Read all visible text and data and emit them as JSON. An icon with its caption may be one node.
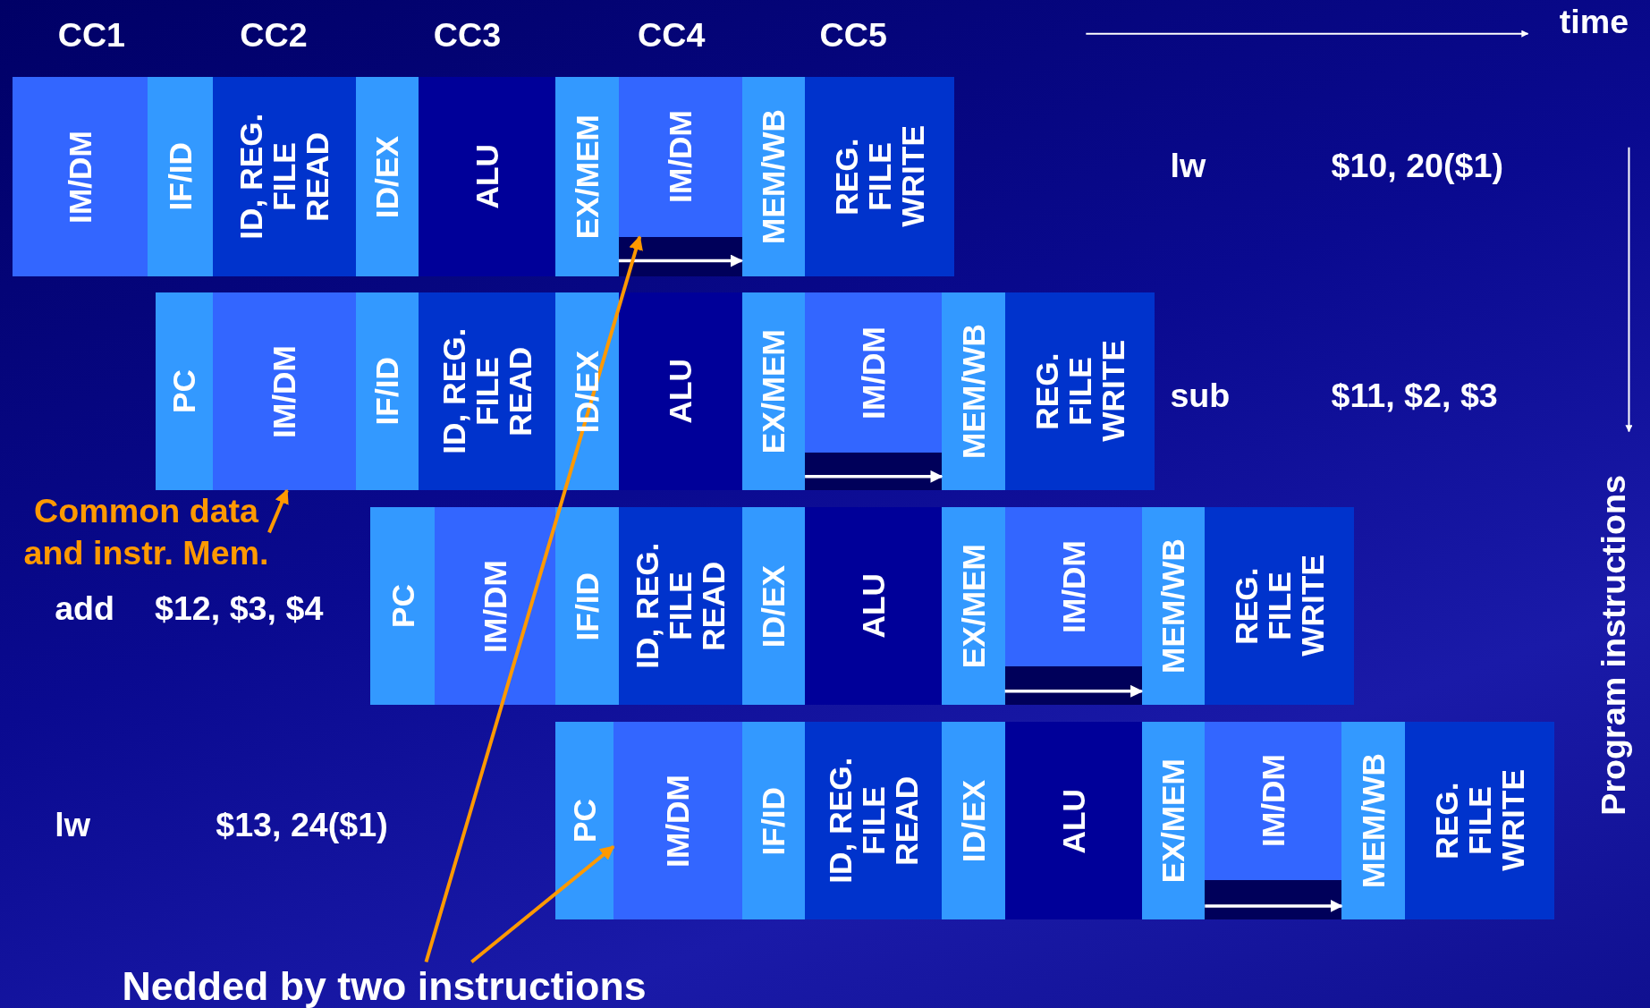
{
  "diagram": {
    "nodes": [
      {
        "text": [
          "IM/DM"
        ]
      },
      {
        "text": [
          "IF/ID"
        ]
      },
      {
        "text": [
          "ID, REG. FILE READ"
        ]
      },
      {
        "text": [
          "ID/EX"
        ]
      },
      {
        "text": [
          "ALU"
        ]
      },
      {
        "text": [
          "EX/MEM"
        ]
      },
      {
        "text": [
          "IM/DM"
        ]
      },
      {
        "text": [
          "MEM/WB"
        ]
      },
      {
        "text": [
          "REG. FILE WRITE"
        ]
      },
      {
        "text": [
          "PC"
        ]
      },
      {
        "text": [
          "IM/DM"
        ]
      },
      {
        "text": [
          "IF/ID"
        ]
      },
      {
        "text": [
          "ID, REG. FILE READ"
        ]
      },
      {
        "text": [
          "ID/EX"
        ]
      },
      {
        "text": [
          "ALU"
        ]
      },
      {
        "text": [
          "EX/MEM"
        ]
      },
      {
        "text": [
          "IM/DM"
        ]
      },
      {
        "text": [
          "MEM/WB"
        ]
      },
      {
        "text": [
          "REG. FILE WRITE"
        ]
      },
      {
        "text": [
          "Common data and instr. Mem."
        ]
      },
      {
        "text": [
          "PC"
        ]
      },
      {
        "text": [
          "IM/DM"
        ]
      },
      {
        "text": [
          "IF/ID"
        ]
      },
      {
        "text": [
          "ID, REG. FILE READ"
        ]
      },
      {
        "text": [
          "ID/EX"
        ]
      },
      {
        "text": [
          "ALU"
        ]
      },
      {
        "text": [
          "EX/MEM"
        ]
      },
      {
        "text": [
          "IM/DM"
        ]
      },
      {
        "text": [
          "MEM/WB"
        ]
      },
      {
        "text": [
          "REG. FILE WRITE"
        ]
      },
      {
        "text": [
          "PC"
        ]
      },
      {
        "text": [
          "IM/DM"
        ]
      },
      {
        "text": [
          "IF/ID"
        ]
      },
      {
        "text": [
          "ID, REG. FILE READ"
        ]
      },
      {
        "text": [
          "ID/EX"
        ]
      },
      {
        "text": [
          "ALU"
        ]
      },
      {
        "text": [
          "EX/MEM"
        ]
      },
      {
        "text": [
          "IM/DM"
        ]
      },
      {
        "text": [
          "MEM/WB"
        ]
      },
      {
        "text": [
          "REG. FILE WRITE"
        ]
      },
      {
        "text": [
          "Nedded by two instructions"
        ]
      }
    ],
    "edges": [
      {
        "from": 5,
        "to": 7,
        "arrow": "to"
      },
      {
        "from": 15,
        "to": 17,
        "arrow": "to"
      },
      {
        "from": 26,
        "to": 28,
        "arrow": "to"
      },
      {
        "from": 36,
        "to": 38,
        "arrow": "to"
      },
      {
        "from": 19,
        "to": 10,
        "arrow": "to",
        "color": "#ff9900"
      },
      {
        "from": 40,
        "to": 6,
        "arrow": "to",
        "color": "#ff9900"
      },
      {
        "from": 40,
        "to": 31,
        "arrow": "to",
        "color": "#ff9900"
      }
    ],
    "labels": [
      "CC1",
      "CC2",
      "CC3",
      "CC4",
      "CC5",
      "time",
      "lw",
      "$10, 20($1)",
      "sub",
      "$11, $2, $3",
      "Program instructions",
      "add",
      "$12, $3, $4",
      "lw",
      "$13, 24($1)"
    ]
  }
}
